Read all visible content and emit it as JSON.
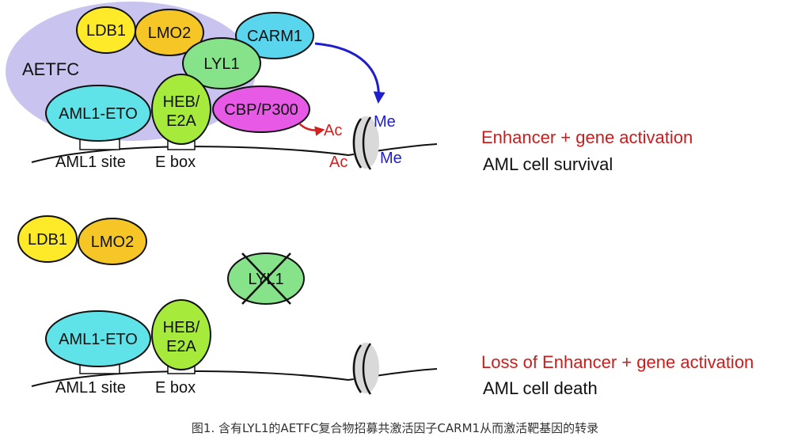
{
  "colors": {
    "aetfc_bg": "#c9c3f0",
    "ldb1": "#ffea29",
    "lmo2": "#f5c626",
    "lyl1": "#86e38a",
    "carm1": "#5ad5ee",
    "aml1_eto": "#5fe3e8",
    "heb_e2a": "#a6ea3c",
    "cbp_p300": "#e65ae6",
    "arrow_me": "#1e1ecc",
    "arrow_ac": "#d42020",
    "text_red": "#c81e1e"
  },
  "top_panel": {
    "complex_label": "AETFC",
    "proteins": {
      "ldb1": "LDB1",
      "lmo2": "LMO2",
      "carm1": "CARM1",
      "lyl1": "LYL1",
      "aml1_eto": "AML1-ETO",
      "heb_line1": "HEB/",
      "heb_line2": "E2A",
      "cbp_p300": "CBP/P300"
    },
    "marks": {
      "ac_top": "Ac",
      "ac_bottom": "Ac",
      "me_top": "Me",
      "me_bottom": "Me"
    },
    "sites": {
      "aml1_site": "AML1 site",
      "e_box": "E box"
    },
    "outcome_line1": "Enhancer + gene activation",
    "outcome_line2": "AML cell survival"
  },
  "bottom_panel": {
    "proteins": {
      "ldb1": "LDB1",
      "lmo2": "LMO2",
      "lyl1": "LYL1",
      "aml1_eto": "AML1-ETO",
      "heb_line1": "HEB/",
      "heb_line2": "E2A"
    },
    "sites": {
      "aml1_site": "AML1 site",
      "e_box": "E box"
    },
    "outcome_line1": "Loss of Enhancer + gene activation",
    "outcome_line2": "AML cell death"
  },
  "caption": "图1. 含有LYL1的AETFC复合物招募共激活因子CARM1从而激活靶基因的转录"
}
